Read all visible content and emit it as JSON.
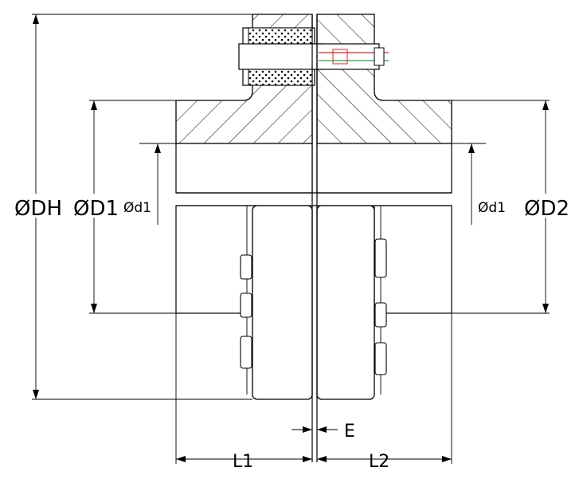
{
  "labels": {
    "dh": "ØDH",
    "d1_big": "ØD1",
    "d1_small": "Ød1",
    "d1_small_right": "Ød1",
    "d2": "ØD2",
    "e": "E",
    "l1": "L1",
    "l2": "L2"
  },
  "colors": {
    "line": "#000000",
    "background": "#ffffff",
    "pin_red": "#e02020",
    "pin_green": "#20a040"
  }
}
